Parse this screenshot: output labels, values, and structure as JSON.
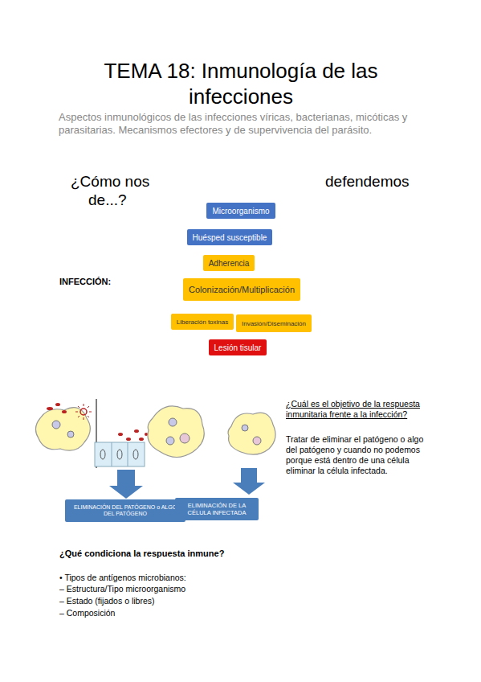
{
  "diagram": {
    "title": "TEMA 18: Inmunología de las infecciones",
    "nodes": [
      {
        "text": [
          "Microorganismo"
        ]
      },
      {
        "text": [
          "Huésped susceptible"
        ]
      },
      {
        "text": [
          "Adherencia"
        ]
      },
      {
        "text": [
          "Colonización/Multiplicación"
        ]
      },
      {
        "text": [
          "Liberación toxinas"
        ]
      },
      {
        "text": [
          "Invasión/Diseminación"
        ]
      },
      {
        "text": [
          "Lesión tisular"
        ]
      },
      {
        "text": [
          "ELIMINACIÓN DEL PATÓGENO o ALGO DEL PATÓGENO"
        ]
      },
      {
        "text": [
          "ELIMINACIÓN DE LA CÉLULA INFECTADA"
        ]
      }
    ],
    "labels": [
      "Aspectos inmunológicos de las infecciones víricas, bacterianas, micóticas y parasitarias. Mecanismos efectores y de supervivencia del parásito.",
      "¿Cómo nos",
      "defendemos",
      "de...?",
      "INFECCIÓN:",
      "¿Cuál es el objetivo de la respuesta inmunitaria frente a la infección?",
      "Tratar de eliminar el patógeno o algo del patógeno y cuando no podemos porque está dentro de una célula eliminar la célula infectada.",
      "¿Qué condiciona la respuesta inmune?",
      "• Tipos de antígenos microbianos:",
      "– Estructura/Tipo microorganismo",
      "– Estado (fijados o libres)",
      "– Composición"
    ]
  }
}
